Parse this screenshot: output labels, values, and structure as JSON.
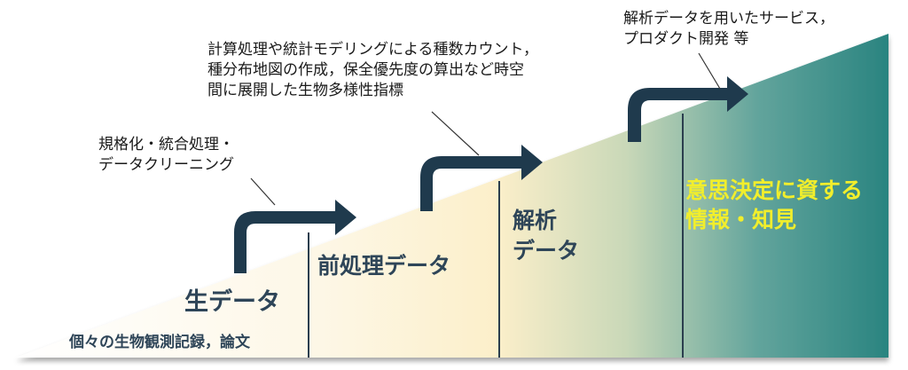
{
  "colors": {
    "arrow": "#1f3a4d",
    "stage_text": "#2e4558",
    "highlight_text": "#f1ee2c",
    "wedge_light": "#fdf5dc",
    "wedge_teal": "#2f8a86",
    "divider": "#2b3e4e"
  },
  "annotations": {
    "note1": "規格化・統合処理・\nデータクリーニング",
    "note2": "計算処理や統計モデリングによる種数カウント，\n種分布地図の作成，保全優先度の算出など時空\n間に展開した生物多様性指標",
    "note3": "解析データを用いたサービス，\nプロダクト開発 等"
  },
  "stages": {
    "raw": {
      "label": "生データ",
      "sub": "個々の生物観測記録，論文"
    },
    "preprocessed": {
      "label": "前処理データ"
    },
    "analyzed": {
      "label": "解析\nデータ"
    },
    "information": {
      "label": "意思決定に資する\n情報・知見"
    }
  },
  "icons": [
    "step-arrow-icon",
    "step-arrow-icon",
    "step-arrow-icon"
  ]
}
